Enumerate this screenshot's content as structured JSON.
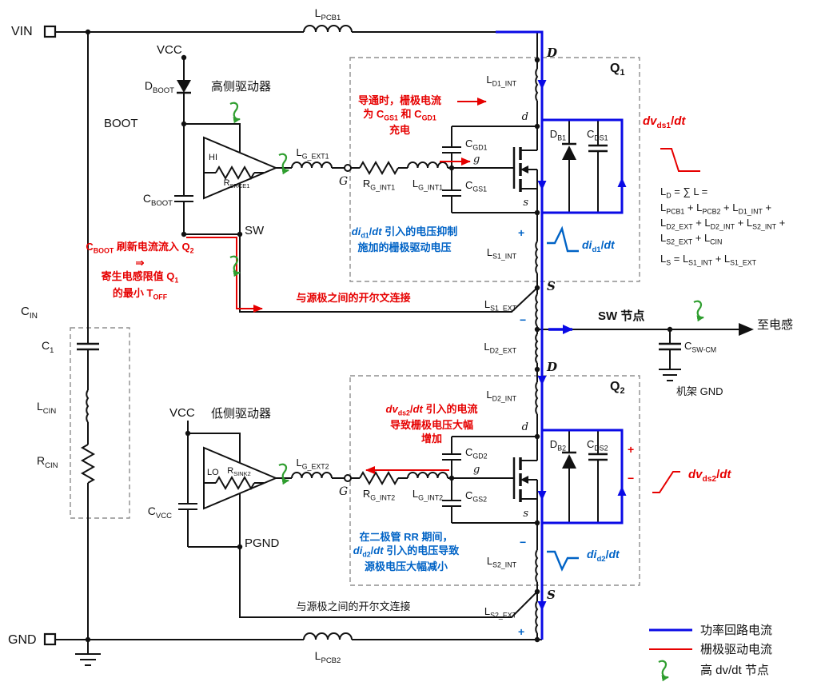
{
  "io": {
    "vin": "VIN",
    "gnd": "GND",
    "sw_node": "SW 节点",
    "to_inductor": "至电感",
    "chassis_gnd": "机架 GND"
  },
  "nets": {
    "vcc": "VCC",
    "boot": "BOOT",
    "sw": "SW",
    "pgnd": "PGND",
    "drain": "D",
    "source": "S",
    "gate": "G",
    "drain_small": "d",
    "gate_small": "g",
    "source_small": "s",
    "q1": "Q<sub>1</sub>",
    "q2": "Q<sub>2</sub>"
  },
  "parts": {
    "l_pcb1": "L<sub>PCB1</sub>",
    "l_pcb2": "L<sub>PCB2</sub>",
    "d_boot": "D<sub>BOOT</sub>",
    "c_boot": "C<sub>BOOT</sub>",
    "c_vcc": "C<sub>VCC</sub>",
    "l_g_ext1": "L<sub>G_EXT1</sub>",
    "r_g_int1": "R<sub>G_INT1</sub>",
    "l_g_int1": "L<sub>G_INT1</sub>",
    "l_g_ext2": "L<sub>G_EXT2</sub>",
    "r_g_int2": "R<sub>G_INT2</sub>",
    "l_g_int2": "L<sub>G_INT2</sub>",
    "c_gd1": "C<sub>GD1</sub>",
    "c_gs1": "C<sub>GS1</sub>",
    "c_gd2": "C<sub>GD2</sub>",
    "c_gs2": "C<sub>GS2</sub>",
    "l_d1_int": "L<sub>D1_INT</sub>",
    "l_s1_int": "L<sub>S1_INT</sub>",
    "l_s1_ext": "L<sub>S1_EXT</sub>",
    "l_d2_ext": "L<sub>D2_EXT</sub>",
    "l_d2_int": "L<sub>D2_INT</sub>",
    "l_s2_int": "L<sub>S2_INT</sub>",
    "l_s2_ext": "L<sub>S2_EXT</sub>",
    "d_b1": "D<sub>B1</sub>",
    "c_ds1": "C<sub>DS1</sub>",
    "d_b2": "D<sub>B2</sub>",
    "c_ds2": "C<sub>DS2</sub>",
    "c_in": "C<sub>IN</sub>",
    "c_1": "C<sub>1</sub>",
    "l_cin": "L<sub>CIN</sub>",
    "r_cin": "R<sub>CIN</sub>",
    "c_sw_cm": "C<sub>SW-CM</sub>"
  },
  "drivers": {
    "high_title": "高侧驱动器",
    "low_title": "低侧驱动器",
    "hi": "HI",
    "lo": "LO",
    "r_srce1": "R<sub>SRCE1</sub>",
    "r_sink2": "R<sub>SINK2</sub>"
  },
  "annotations": {
    "turn_on": "导通时，栅极电流<br>为 C<sub>GS1</sub> 和 C<sub>GD1</sub><br>充电",
    "cboot_refresh": "C<sub>BOOT</sub> 刷新电流流入 Q<sub>2</sub><br>⇒<br>寄生电感限值 Q<sub>1</sub><br>的最小 T<sub>OFF</sub>",
    "kelvin_hi": "与源极之间的开尔文连接",
    "kelvin_lo": "与源极之间的开尔文连接",
    "did1_clamp": "<i>di</i><sub>d1</sub>/<i>dt</i> 引入的电压抑制<br>施加的栅极驱动电压",
    "dvds2_gate": "<i>dv</i><sub>ds2</sub>/<i>dt</i> 引入的电流<br>导致栅极电压大幅<br>增加",
    "diode_rr": "在二极管 RR 期间，<br><i>di</i><sub>d2</sub>/<i>dt</i> 引入的电压导致<br>源极电压大幅减小",
    "dvds1_label": "<i>dv</i><sub>ds1</sub>/<i>dt</i>",
    "dvds2_label": "<i>dv</i><sub>ds2</sub>/<i>dt</i>",
    "did1_label": "<i>di</i><sub>d1</sub>/<i>dt</i>",
    "did2_label": "<i>di</i><sub>d2</sub>/<i>dt</i>",
    "plus": "+",
    "minus": "−"
  },
  "equation": {
    "l1": "L<sub>D</sub> = ∑ L =",
    "l2": "L<sub>PCB1</sub> + L<sub>PCB2</sub> + L<sub>D1_INT</sub> +",
    "l3": "L<sub>D2_EXT</sub> + L<sub>D2_INT</sub> + L<sub>S2_INT</sub> +",
    "l4": "L<sub>S2_EXT</sub> + L<sub>CIN</sub>",
    "l5": "L<sub>S</sub> = L<sub>S1_INT</sub> + L<sub>S1_EXT</sub>"
  },
  "legend": {
    "power_loop": "功率回路电流",
    "gate_drive": "栅极驱动电流",
    "dvdt_node": "高 dv/dt 节点"
  },
  "colors": {
    "power_loop": "#0a0ae6",
    "gate_drive": "#e60000",
    "annotation_blue": "#0063c6",
    "dvdt_green": "#2f9e2f"
  }
}
